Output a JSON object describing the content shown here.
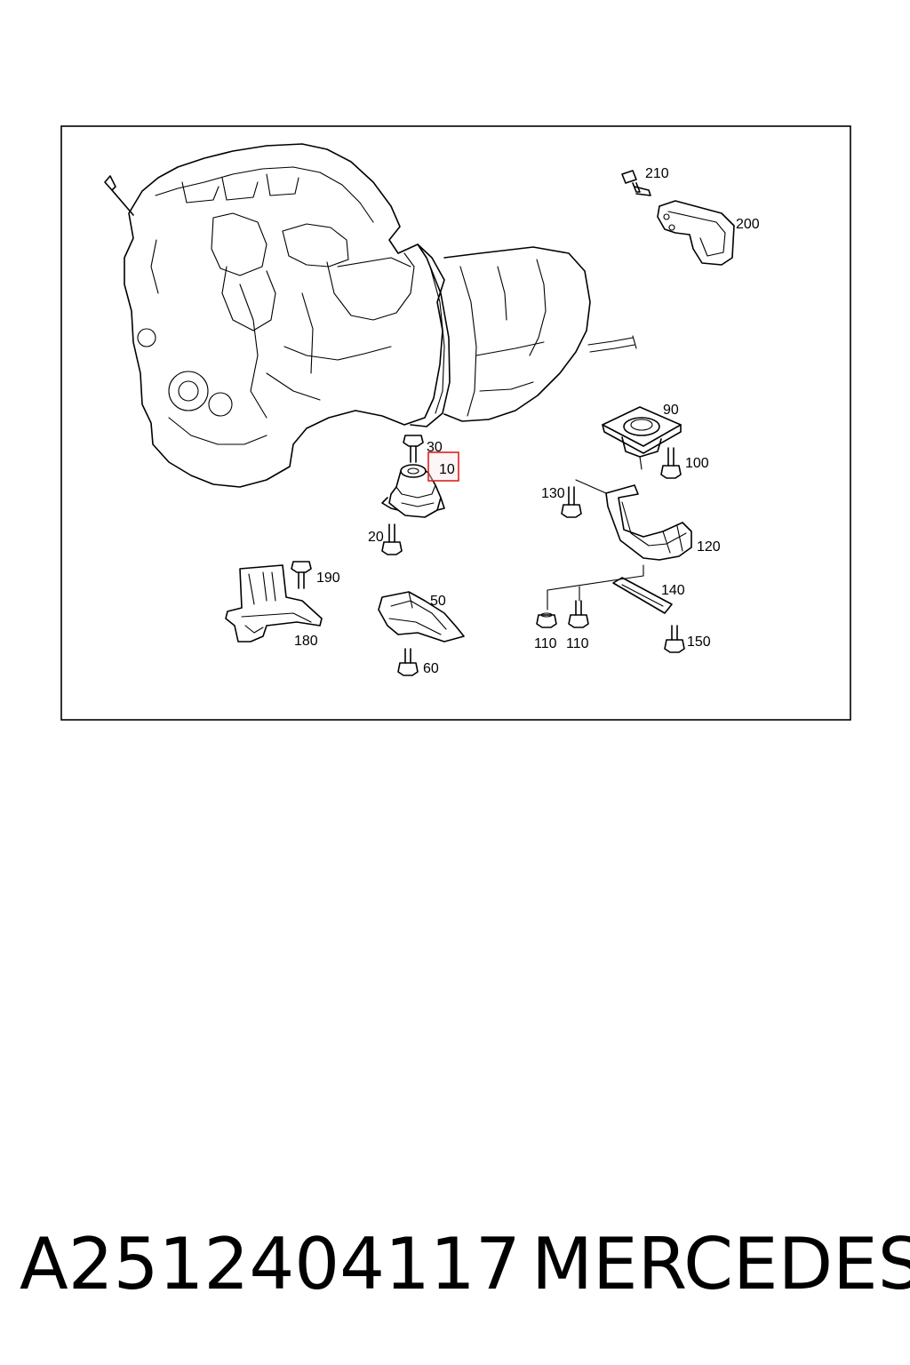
{
  "diagram": {
    "callouts": {
      "c10": "10",
      "c20": "20",
      "c30": "30",
      "c50": "50",
      "c60": "60",
      "c90": "90",
      "c100": "100",
      "c110a": "110",
      "c110b": "110",
      "c120": "120",
      "c130": "130",
      "c140": "140",
      "c150": "150",
      "c180": "180",
      "c190": "190",
      "c200": "200",
      "c210": "210"
    },
    "highlighted_callout": "10",
    "highlight_color": "#e02020"
  },
  "footer": {
    "part_number": "A2512404117",
    "brand": "MERCEDES"
  }
}
